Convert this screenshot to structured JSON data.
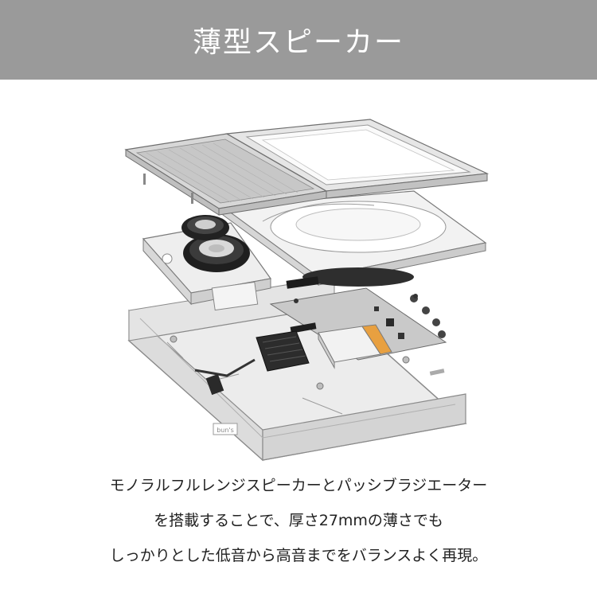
{
  "banner": {
    "title": "薄型スピーカー"
  },
  "illustration": {
    "subject": "exploded-view-thin-speaker-device",
    "badge_text": "bun's"
  },
  "caption": {
    "lines": [
      "モノラルフルレンジスピーカーとパッシブラジエーター",
      "を搭載することで、厚さ27mmの薄さでも",
      "しっかりとした低音から高音までをバランスよく再現。"
    ]
  },
  "colors": {
    "banner_bg": "#9a9a9a",
    "banner_text": "#ffffff",
    "accent_orange": "#e8a040",
    "body_text": "#222222"
  }
}
